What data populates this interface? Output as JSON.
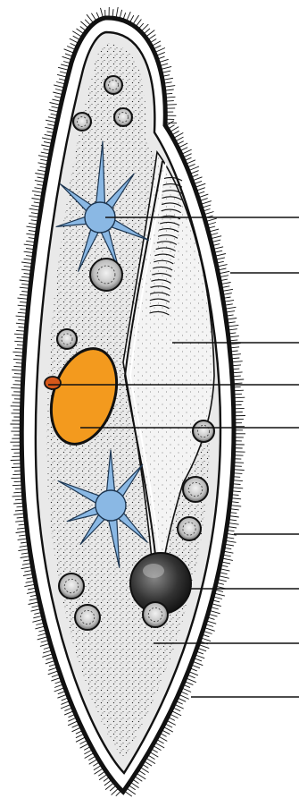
{
  "figure": {
    "subject": "paramecium",
    "style": "unlabeled line drawing with leader lines",
    "colors": {
      "outline": "#111111",
      "cytoplasm": "#e9e9e9",
      "stipple": "#2a2a2a",
      "oral_groove": "#f4f4f4",
      "contractile_vacuole": "#8ab8e4",
      "contractile_vacuole_edge": "#1c3550",
      "macronucleus": "#f39a1e",
      "micronucleus": "#d5571a",
      "nucleus_edge": "#111111",
      "food_vacuole": "#dcdcdc",
      "leader_line": "#111111",
      "background": "#ffffff"
    },
    "leader_lines": 9,
    "food_vacuoles": 11
  }
}
